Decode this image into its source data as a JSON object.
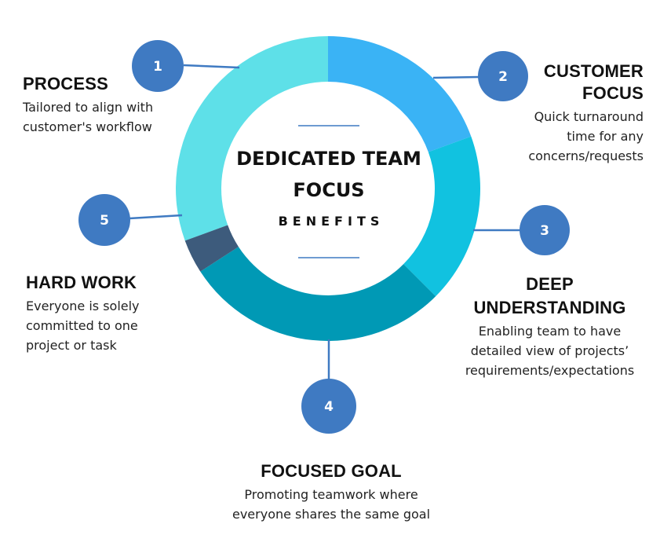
{
  "center": {
    "title_line1": "DEDICATED TEAM",
    "title_line2": "FOCUS",
    "subtitle": "BENEFITS"
  },
  "benefits": [
    {
      "number": "1",
      "title": "PROCESS",
      "description": [
        "Tailored to align with",
        "customer's workflow"
      ]
    },
    {
      "number": "2",
      "title": "CUSTOMER FOCUS",
      "title_lines": [
        "CUSTOMER",
        "FOCUS"
      ],
      "description": [
        "Quick turnaround",
        "time for any",
        "concerns/requests"
      ]
    },
    {
      "number": "3",
      "title": "DEEP UNDERSTANDING",
      "title_lines": [
        "DEEP",
        "UNDERSTANDING"
      ],
      "description": [
        "Enabling team to have",
        "detailed view of projects’",
        "requirements/expectations"
      ]
    },
    {
      "number": "4",
      "title": "FOCUSED GOAL",
      "description": [
        "Promoting teamwork where",
        "everyone shares the same goal"
      ]
    },
    {
      "number": "5",
      "title": "HARD WORK",
      "description": [
        "Everyone is solely",
        "committed to one",
        "project or task"
      ]
    }
  ],
  "colors": {
    "segment_1": "#5ee0e8",
    "segment_2": "#3ab3f5",
    "segment_3": "#11c2e0",
    "segment_4": "#0099b5",
    "segment_5": "#3d5b7c",
    "number_circle": "#3f7ac2",
    "connector": "#3f7ac2",
    "divider": "#3f7ac2"
  }
}
